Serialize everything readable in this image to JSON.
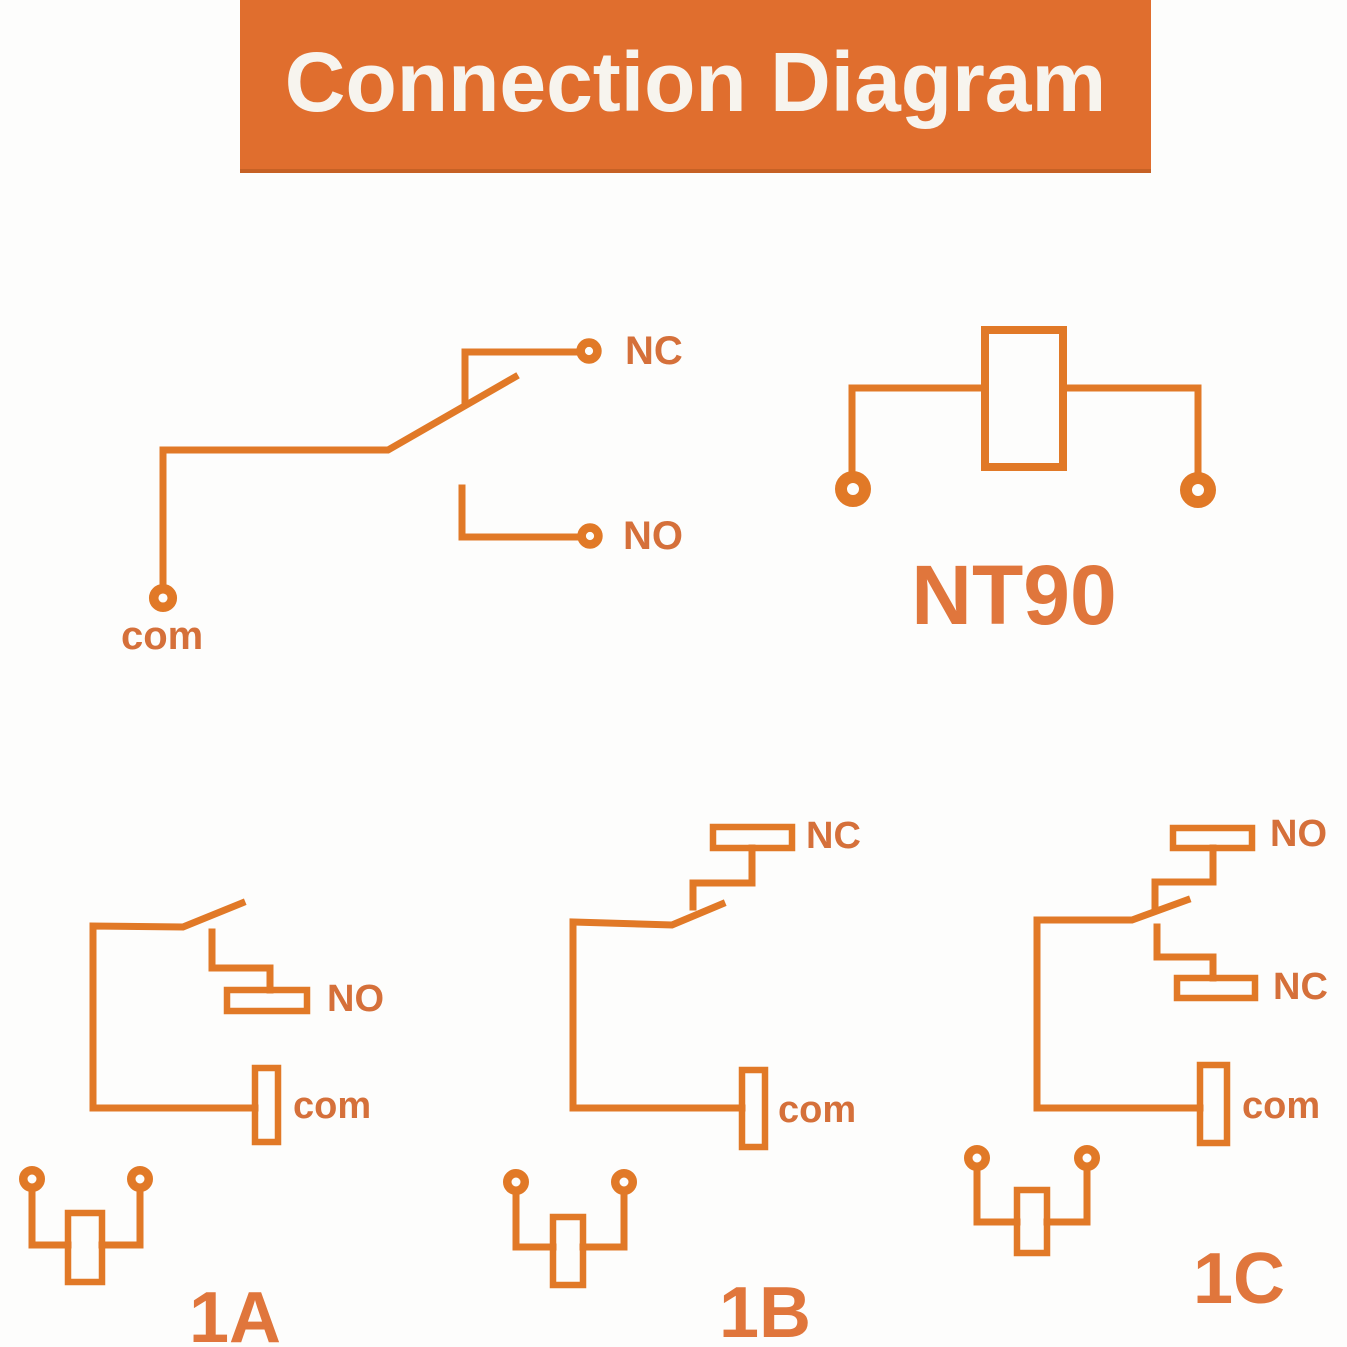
{
  "header": {
    "title": "Connection Diagram"
  },
  "spdt_switch": {
    "nc_label": "NC",
    "no_label": "NO",
    "com_label": "com"
  },
  "coil": {
    "model_label": "NT90"
  },
  "variants": [
    {
      "label": "1A",
      "no_label": "NO",
      "com_label": "com"
    },
    {
      "label": "1B",
      "nc_label": "NC",
      "com_label": "com"
    },
    {
      "label": "1C",
      "no_label": "NO",
      "nc_label": "NC",
      "com_label": "com"
    }
  ],
  "colors": {
    "banner": "#E06E2E",
    "banner_text": "#F7F4EE",
    "wire": "#E17927",
    "small_label": "#D5703A",
    "big_label": "#E0763C",
    "background": "#FDFDFC"
  }
}
